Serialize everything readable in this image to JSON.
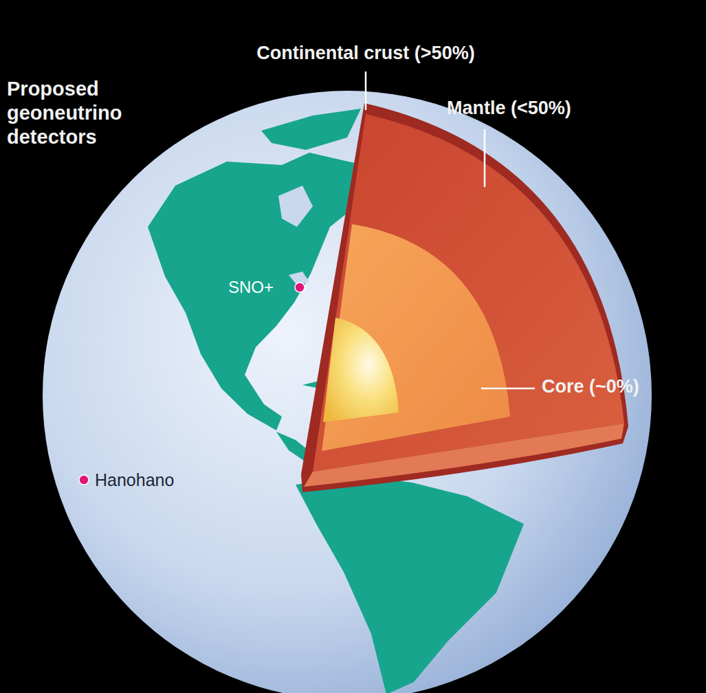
{
  "diagram": {
    "title": "Proposed geoneutrino detectors",
    "labels": [
      "Continental crust (>50%)",
      "Mantle (<50%)",
      "Core (~0%)",
      "SNO+",
      "Hanohano"
    ]
  }
}
